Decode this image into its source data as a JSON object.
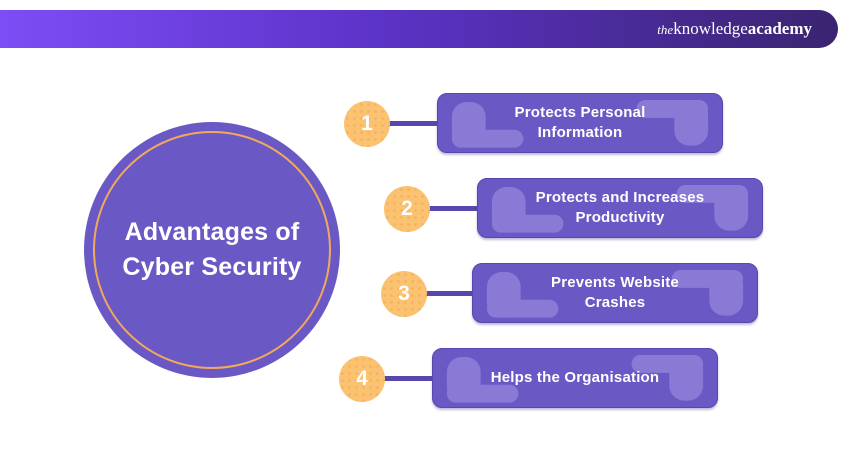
{
  "brand": {
    "logo_the": "the",
    "logo_knowledge": "knowledge",
    "logo_academy": "academy"
  },
  "circle": {
    "title": "Advantages of\nCyber Security"
  },
  "items": [
    {
      "number": "1",
      "title": "Protects Personal\nInformation"
    },
    {
      "number": "2",
      "title": "Protects and Increases\nProductivity"
    },
    {
      "number": "3",
      "title": "Prevents Website\nCrashes"
    },
    {
      "number": "4",
      "title": "Helps the Organisation"
    }
  ],
  "colors": {
    "bar-start": "#7d4df5",
    "bar-mid": "#5c33c8",
    "bar-end": "#3a2470",
    "purple": "#6a59c4",
    "purple-light": "#8a7ad6",
    "line": "#5847ad",
    "yellow": "#fac271",
    "ring": "#f2a95c"
  }
}
